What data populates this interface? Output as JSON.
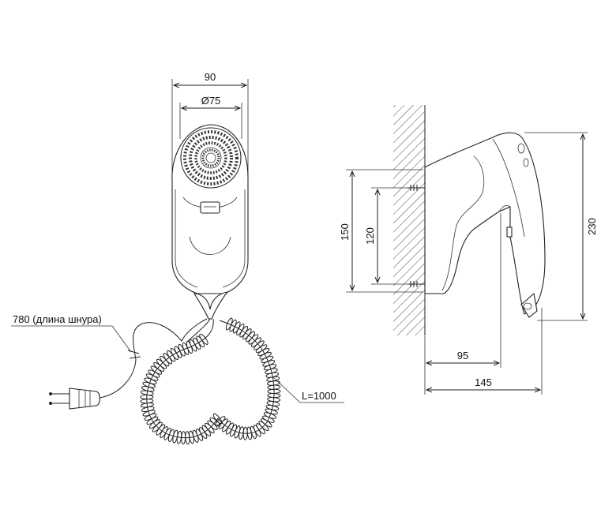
{
  "dimensions": {
    "front_width": "90",
    "nozzle_diameter": "Ø75",
    "cord_length": "780 (длина шнура)",
    "coil_length": "L=1000",
    "mount_outer": "150",
    "mount_inner": "120",
    "height": "230",
    "depth_body": "95",
    "depth_total": "145"
  }
}
